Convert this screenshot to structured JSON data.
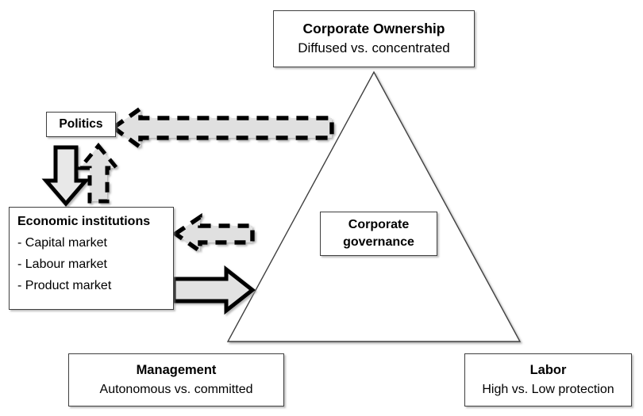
{
  "diagram": {
    "title_implicit": "Corporate governance framework",
    "background_color": "#ffffff",
    "arrow_fill_color": "#e0e0e0",
    "arrow_stroke_color": "#000000",
    "triangle_stroke_color": "#3f3f3f",
    "box_border_color": "#3f3f3f"
  },
  "boxes": {
    "ownership": {
      "title": "Corporate Ownership",
      "subtitle": "Diffused vs. concentrated"
    },
    "politics": {
      "title": "Politics"
    },
    "economic": {
      "title": "Economic institutions",
      "items": [
        "- Capital market",
        "- Labour market",
        "- Product market"
      ]
    },
    "governance": {
      "line1": "Corporate",
      "line2": "governance"
    },
    "management": {
      "title": "Management",
      "subtitle": "Autonomous vs. committed"
    },
    "labor": {
      "title": "Labor",
      "subtitle": "High vs. Low protection"
    }
  },
  "arrows": [
    {
      "name": "ownership-to-politics",
      "style": "dashed",
      "direction": "left",
      "from": "corporate-ownership-triangle",
      "to": "politics"
    },
    {
      "name": "politics-to-economic",
      "style": "solid",
      "direction": "down",
      "from": "politics",
      "to": "economic-institutions"
    },
    {
      "name": "economic-to-politics",
      "style": "dashed",
      "direction": "up",
      "from": "economic-institutions",
      "to": "politics"
    },
    {
      "name": "triangle-to-economic",
      "style": "dashed",
      "direction": "left",
      "from": "corporate-governance",
      "to": "economic-institutions"
    },
    {
      "name": "economic-to-triangle",
      "style": "solid",
      "direction": "right",
      "from": "economic-institutions",
      "to": "corporate-governance"
    }
  ],
  "triangle": {
    "name": "governance-triangle",
    "apex_label": "ownership",
    "left_vertex_label": "management",
    "right_vertex_label": "labor"
  }
}
